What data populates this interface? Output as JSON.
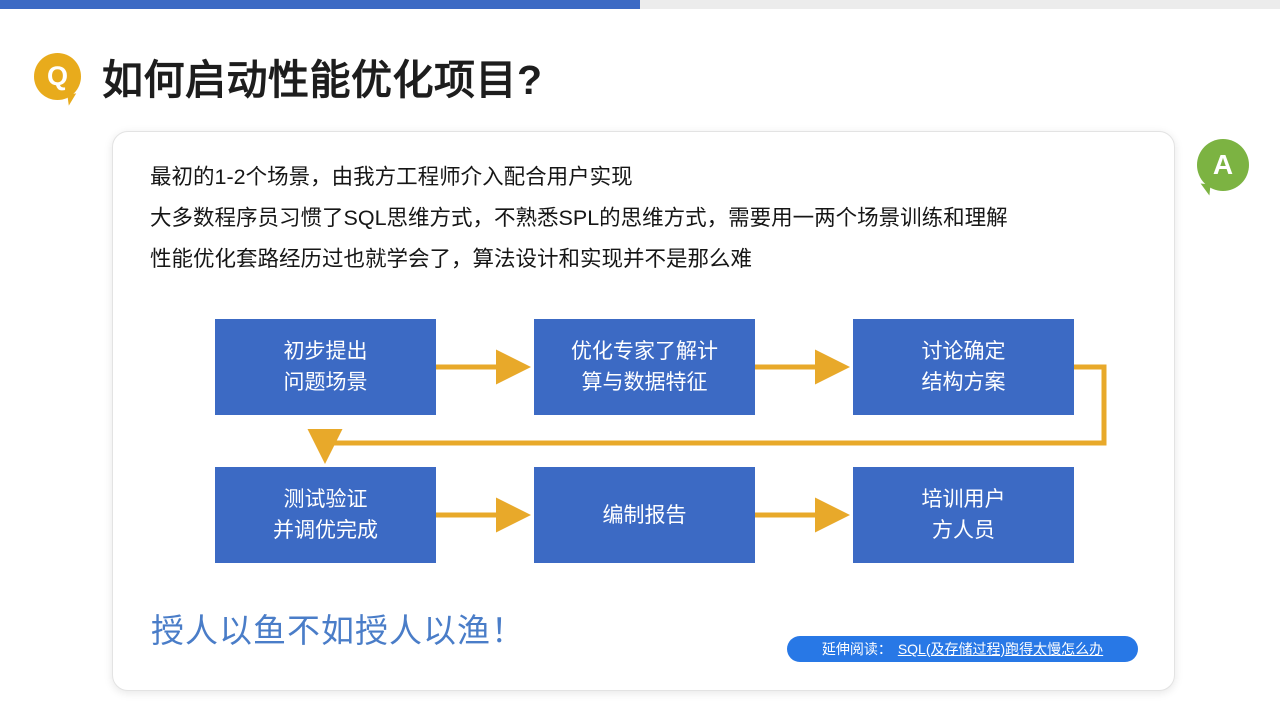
{
  "topbar": {
    "fill_color": "#3c6ac4",
    "track_color": "#ececec"
  },
  "header": {
    "q_badge_letter": "Q",
    "q_badge_color": "#e8ab1c",
    "title": "如何启动性能优化项目?"
  },
  "answer_badge": {
    "letter": "A",
    "color": "#7cb342"
  },
  "card": {
    "paragraph": [
      "最初的1-2个场景，由我方工程师介入配合用户实现",
      "大多数程序员习惯了SQL思维方式，不熟悉SPL的思维方式，需要用一两个场景训练和理解",
      "性能优化套路经历过也就学会了，算法设计和实现并不是那么难"
    ],
    "tagline": "授人以鱼不如授人以渔！",
    "tagline_color": "#4a7dc8"
  },
  "flow": {
    "node_color": "#3c6ac4",
    "arrow_color": "#e8a92a",
    "nodes": [
      {
        "id": "n1",
        "lines": [
          "初步提出",
          "问题场景"
        ]
      },
      {
        "id": "n2",
        "lines": [
          "优化专家了解计",
          "算与数据特征"
        ]
      },
      {
        "id": "n3",
        "lines": [
          "讨论确定",
          "结构方案"
        ]
      },
      {
        "id": "n4",
        "lines": [
          "测试验证",
          "并调优完成"
        ]
      },
      {
        "id": "n5",
        "lines": [
          "编制报告"
        ]
      },
      {
        "id": "n6",
        "lines": [
          "培训用户",
          "方人员"
        ]
      }
    ]
  },
  "read_more": {
    "label": "延伸阅读：",
    "link_text": "SQL(及存储过程)跑得太慢怎么办",
    "background": "#2878e6"
  }
}
